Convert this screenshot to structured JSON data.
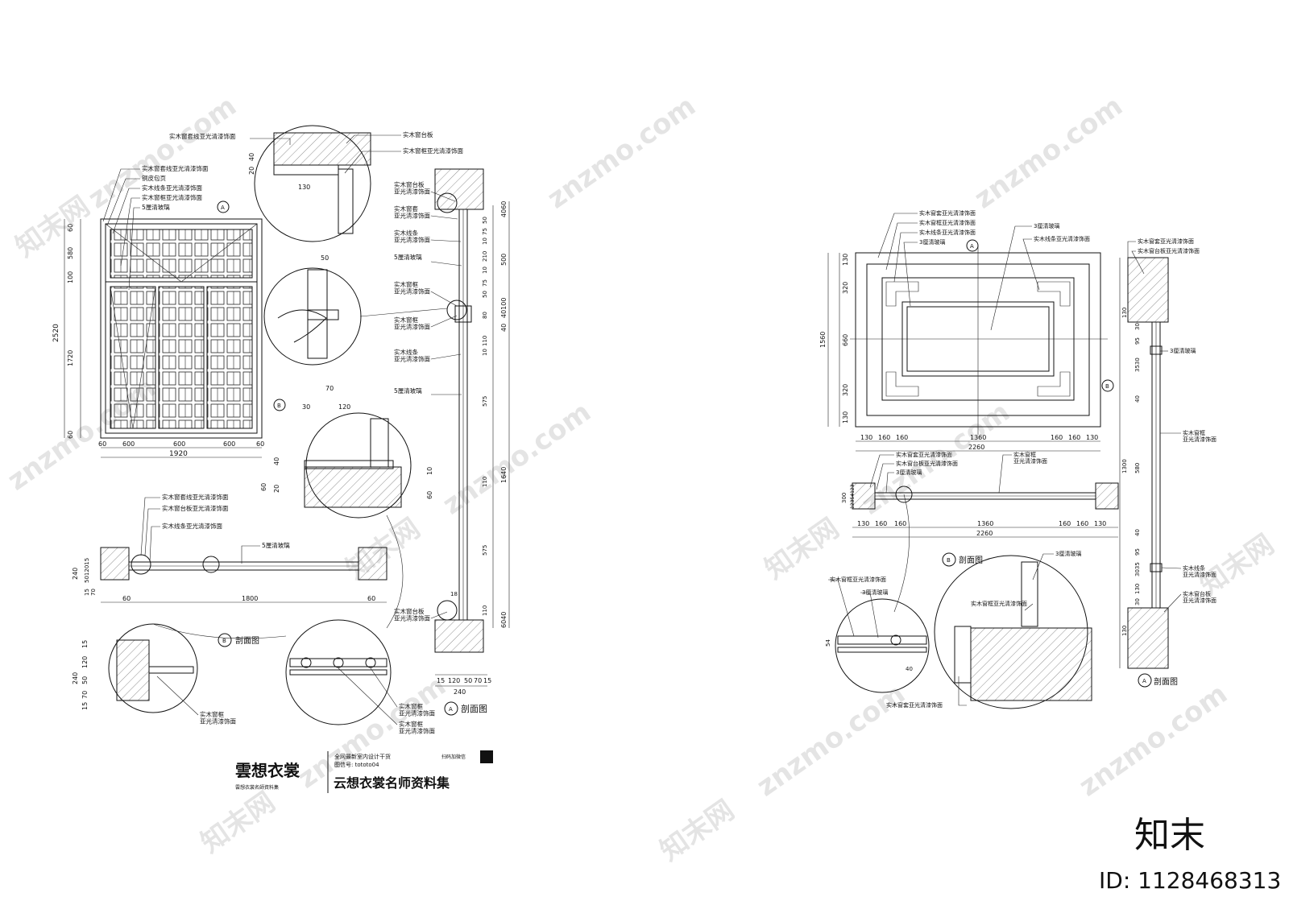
{
  "left_sheet": {
    "elevation_labels": [
      "实木窗套线亚光清漆饰面",
      "铜皮包页",
      "实木线条亚光清漆饰面",
      "实木窗框亚光清漆饰面",
      "5厘清玻璃"
    ],
    "detail_top_labels": [
      "实木窗套线亚光清漆饰面",
      "实木窗台板",
      "实木窗框亚光清漆饰面"
    ],
    "section_labels": [
      "实木窗台板\n亚光清漆饰面",
      "实木窗套\n亚光清漆饰面",
      "实木线条\n亚光清漆饰面",
      "5厘清玻璃",
      "实木窗框\n亚光清漆饰面",
      "实木窗框\n亚光清漆饰面",
      "实木线条\n亚光清漆饰面",
      "5厘清玻璃",
      "实木窗台板\n亚光清漆饰面"
    ],
    "plan_labels": [
      "实木窗套线亚光清漆饰面",
      "实木窗台板亚光清漆饰面",
      "实木线条亚光清漆饰面",
      "5厘清玻璃"
    ],
    "bottom_labels": [
      "实木窗框\n亚光清漆饰面",
      "实木窗框\n亚光清漆饰面",
      "实木窗框\n亚光清漆饰面"
    ],
    "elev_dims_left": [
      "60",
      "580",
      "100",
      "1720",
      "60"
    ],
    "elev_total_height": "2520",
    "elev_dims_bottom": [
      "60",
      "600",
      "600",
      "600",
      "60"
    ],
    "elev_total_width": "1920",
    "marker_a": "A",
    "marker_b": "B",
    "section_a_title": "剖面图",
    "section_b_title": "剖面图",
    "plan_dims_bottom": [
      "60",
      "1800",
      "60"
    ],
    "plan_dims_left": [
      "240",
      "5012015",
      "15",
      "70"
    ],
    "section_dims_right": [
      "4060",
      "500",
      "40100",
      "40",
      "1640",
      "6040"
    ],
    "section_dims_inner": [
      "50",
      "75",
      "10",
      "210",
      "10",
      "75",
      "50",
      "80",
      "110",
      "10",
      "575",
      "110",
      "575",
      "110",
      "18"
    ],
    "section_dims_bottom": [
      "15",
      "120",
      "50",
      "70",
      "15"
    ],
    "section_total_bottom": "240",
    "detail_dims": [
      "40",
      "20",
      "130",
      "50",
      "70",
      "30",
      "120",
      "40",
      "20",
      "60",
      "10",
      "60"
    ],
    "small_detail_dims": [
      "15",
      "120",
      "50",
      "70",
      "15",
      "240"
    ]
  },
  "right_sheet": {
    "elevation_labels": [
      "实木窗套亚光清漆饰面",
      "实木窗框亚光清漆饰面",
      "实木线条亚光清漆饰面",
      "3厘清玻璃",
      "3厘清玻璃",
      "实木线条亚光清漆饰面"
    ],
    "elev_dims_left": [
      "130",
      "320",
      "660",
      "320",
      "130"
    ],
    "elev_total_height": "1560",
    "elev_dims_bottom": [
      "130",
      "160",
      "160",
      "1360",
      "160",
      "160",
      "130"
    ],
    "elev_total_width": "2260",
    "plan_labels": [
      "实木窗套亚光清漆饰面",
      "实木窗台板亚光清漆饰面",
      "3厘清玻璃",
      "实木窗框\n亚光清漆饰面"
    ],
    "plan_dims_bottom": [
      "130",
      "160",
      "160",
      "1360",
      "160",
      "160",
      "130"
    ],
    "plan_total": "2260",
    "plan_dims_left": [
      "300",
      "12354123"
    ],
    "section_labels": [
      "实木窗套亚光清漆饰面",
      "实木窗台板亚光清漆饰面",
      "3厘清玻璃",
      "实木窗框\n亚光清漆饰面",
      "实木线条\n亚光清漆饰面",
      "实木窗台板\n亚光清漆饰面"
    ],
    "section_dims": [
      "130",
      "30",
      "95",
      "3530",
      "40",
      "580",
      "1300",
      "40",
      "95",
      "3035",
      "130",
      "30",
      "130"
    ],
    "detail_labels": [
      "实木窗框亚光清漆饰面",
      "3厘清玻璃",
      "3厘清玻璃",
      "实木窗框亚光清漆饰面",
      "实木窗套亚光清漆饰面"
    ],
    "detail_dims": [
      "54",
      "40"
    ],
    "marker_a": "A",
    "marker_b": "B",
    "section_a_title": "剖面图",
    "section_b_title": "剖面图"
  },
  "branding": {
    "logo_text": "雲想衣裳",
    "logo_sub": "雲想衣裳名師資料集",
    "line1": "全网最新室内设计干货",
    "line2": "图信号: tototo04",
    "line3": "扫码加微信",
    "title": "云想衣裳名师资料集"
  },
  "watermark": {
    "site": "znzmo.com",
    "site_cn": "知末网",
    "brand": "知末",
    "id_text": "ID: 1128468313"
  }
}
